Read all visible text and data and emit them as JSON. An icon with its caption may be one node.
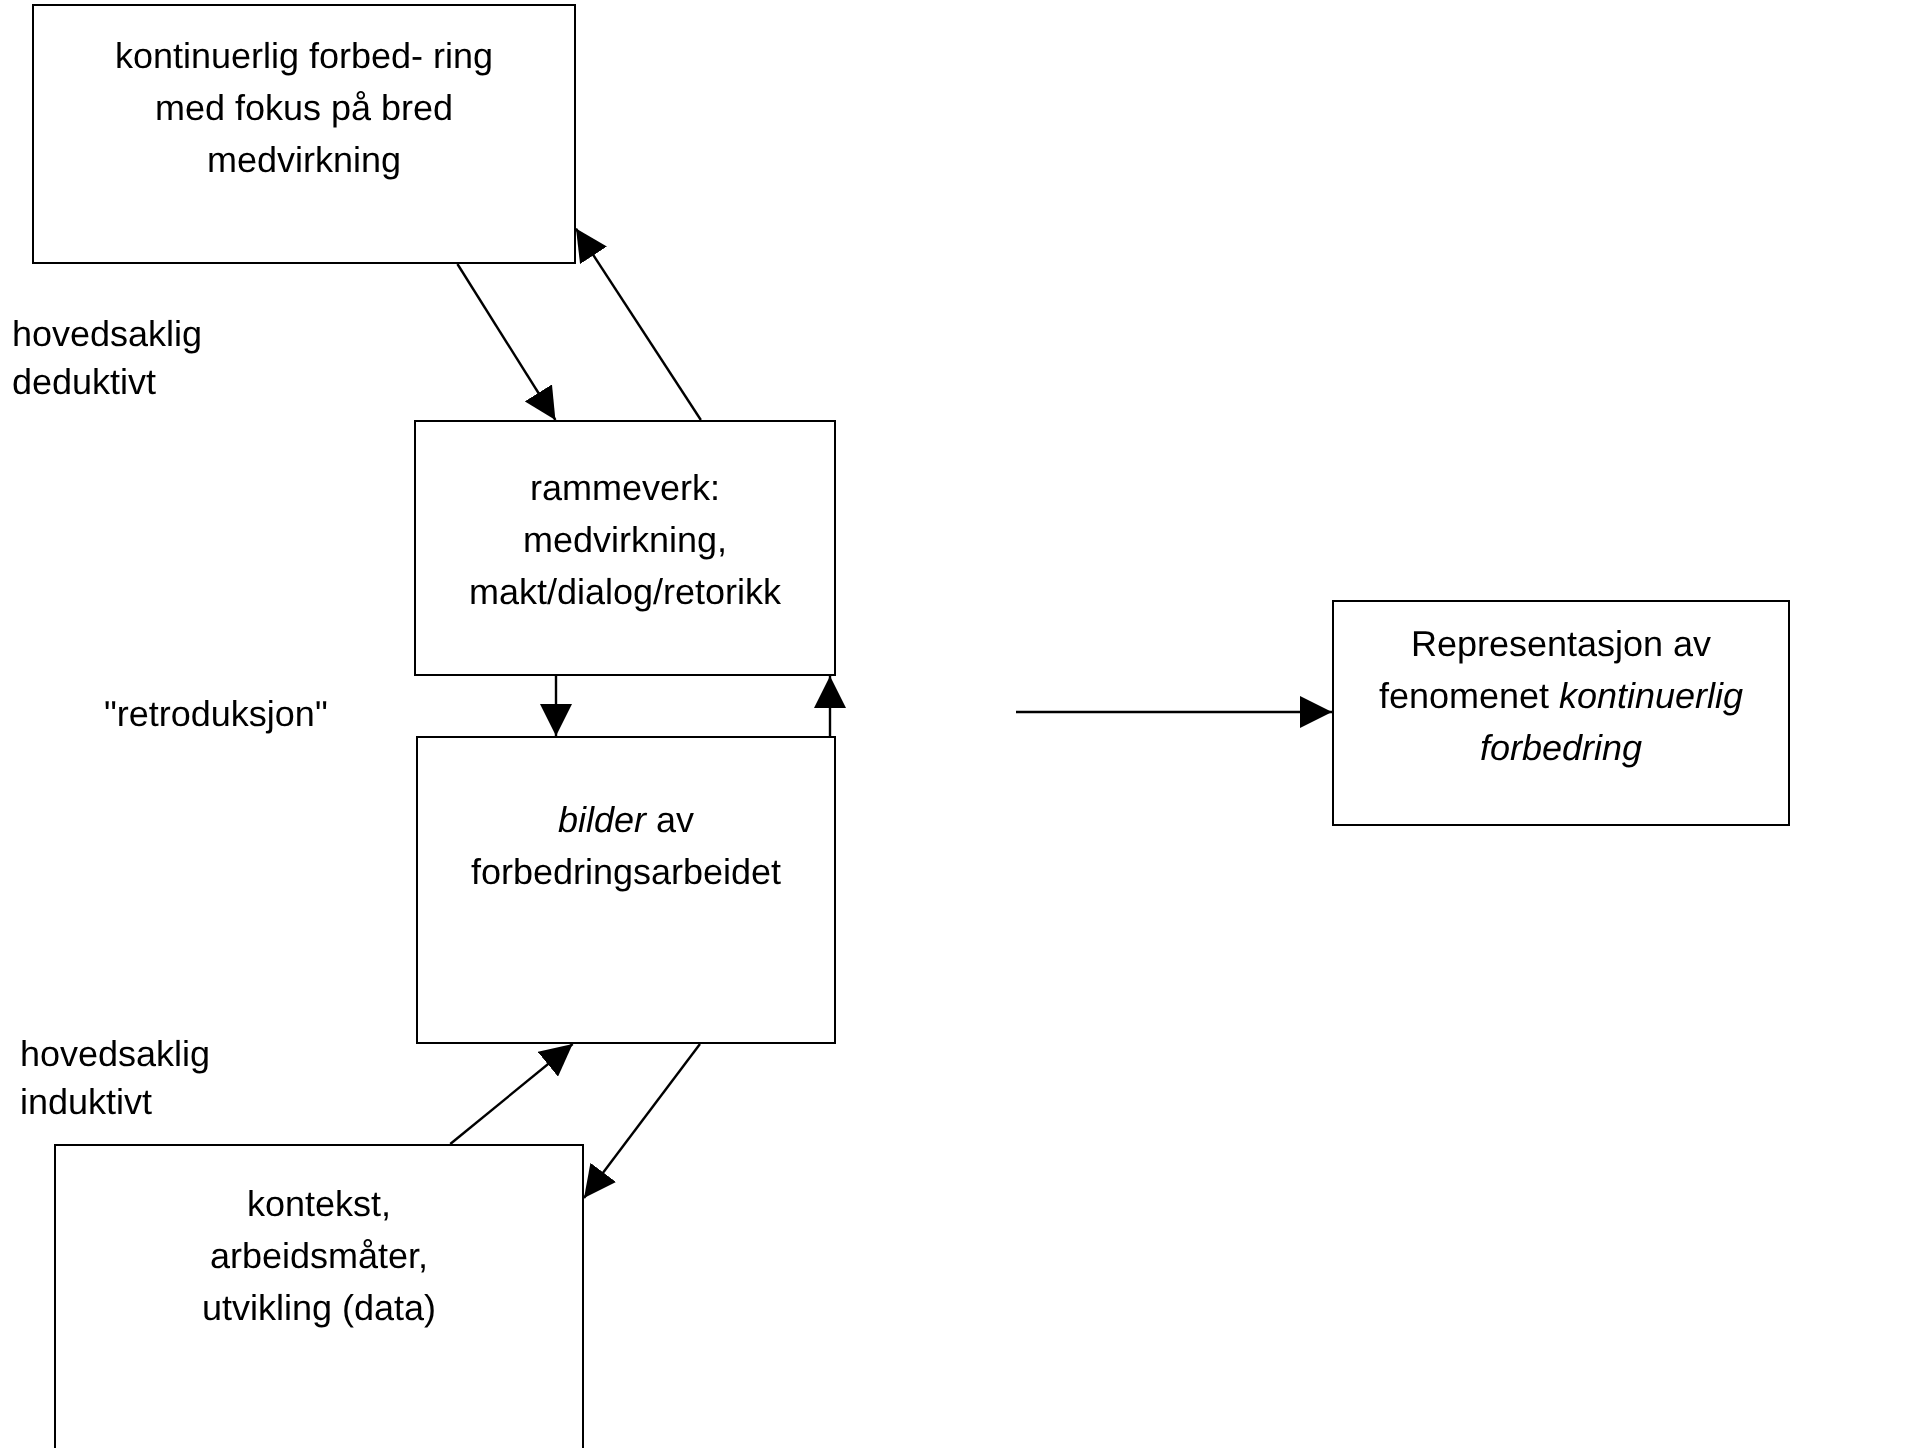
{
  "diagram": {
    "nodes": [
      {
        "text": [
          "kontinuerlig forbed- ring med fokus på bred medvirkning"
        ]
      },
      {
        "text": [
          "rammeverk: medvirkning, makt/dialog/retorikk"
        ]
      },
      {
        "text": [
          "Representasjon av fenomenet *kontinuerlig forbedring*"
        ]
      },
      {
        "text": [
          "*bilder* av forbedringsarbeidet"
        ]
      },
      {
        "text": [
          "kontekst, arbeidsmåter, utvikling (data)"
        ]
      }
    ],
    "edges": [
      {
        "from": 0,
        "to": 1,
        "arrow": "to"
      },
      {
        "from": 1,
        "to": 0,
        "arrow": "to"
      },
      {
        "from": 1,
        "to": 3,
        "arrow": "to"
      },
      {
        "from": 3,
        "to": 1,
        "arrow": "to"
      },
      {
        "from": 4,
        "to": 3,
        "arrow": "to"
      },
      {
        "from": 3,
        "to": 4,
        "arrow": "to"
      },
      {
        "from": null,
        "to": 2,
        "arrow": "to"
      }
    ],
    "labels": [
      "hovedsaklig deduktivt",
      "\"retroduksjon\"",
      "hovedsaklig induktivt"
    ]
  }
}
